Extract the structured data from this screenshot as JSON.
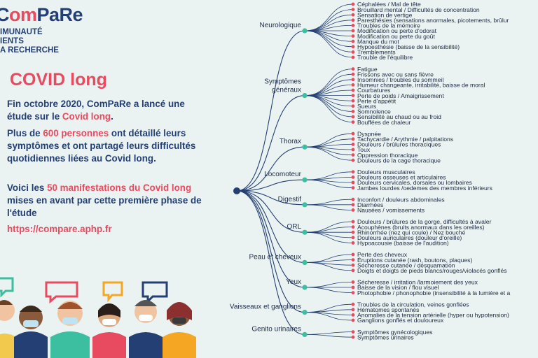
{
  "logo": {
    "name_a": "om",
    "name_b": "PaRe",
    "lines": [
      "IMUNAUTÉ",
      "IENTS",
      "A RECHERCHE"
    ]
  },
  "title": "COVID long",
  "intro": {
    "p1": "Fin octobre 2020, ComPaRe a lancé une étude sur le ",
    "p1_em": "Covid long",
    "p1_end": "."
  },
  "details": {
    "p2a": "Plus de ",
    "p2_em": "600 personnes",
    "p2b": " ont détaillé leurs symptômes et ont partagé leurs difficultés quotidiennes liées au Covid long."
  },
  "summary": {
    "p3a": "Voici les ",
    "p3_em1": "50 manifestations du Covid long",
    "p3b": " mises en avant par cette  première phase de l'étude"
  },
  "url": "https://compare.aphp.fr",
  "colors": {
    "navy": "#243f73",
    "red": "#e84a5f",
    "teal": "#3cbfa0",
    "bg": "#eaf3f1"
  },
  "tree": [
    {
      "cat": [
        "Neurologique"
      ],
      "items": [
        "Céphalées / Mal de tête",
        "Brouillard mental / Difficultés de concentration",
        "Sensation de vertige",
        "Paresthésies (sensations anormales, picotements, brûlur",
        "Troubles de la mémoire",
        "Modification ou perte d'odorat",
        "Modification ou perte du goût",
        "Manque du mot",
        "Hypoesthésie (baisse de la sensibilité)",
        "Tremblements",
        "Trouble de l'équilibre"
      ]
    },
    {
      "cat": [
        "Symptômes",
        "généraux"
      ],
      "items": [
        "Fatigue",
        "Frissons avec ou sans fièvre",
        "Insomnies / troubles du sommeil",
        "Humeur changeante, irritabilité, baisse de moral",
        "Courbatures",
        "Perte de poids / Amaigrissement",
        "Perte d'appétit",
        "Sueurs",
        "Somnolence",
        "Sensibilité au chaud ou au froid",
        "Bouffées de chaleur"
      ]
    },
    {
      "cat": [
        "Thorax"
      ],
      "items": [
        "Dyspnée",
        "Tachycardie / Arythmie / palpitations",
        "Douleurs / brûlures thoraciques",
        "Toux",
        "Oppression thoracique",
        "Douleurs de la cage thoracique"
      ]
    },
    {
      "cat": [
        "Locomoteur"
      ],
      "items": [
        "Douleurs musculaires",
        "Douleurs osseuses et articulaires",
        "Douleurs cervicales, dorsales ou lombaires",
        "Jambes lourdes /oedemes des membres inférieurs"
      ]
    },
    {
      "cat": [
        "Digestif"
      ],
      "items": [
        "Inconfort / douleurs abdominales",
        "Diarrhées",
        "Nausées / vomissements"
      ]
    },
    {
      "cat": [
        "ORL"
      ],
      "items": [
        "Douleurs / brûlures de la gorge, difficultés à avaler",
        "Acouphènes (bruits anormaux dans les oreilles)",
        "Rhinorrhée (nez qui coule) / Nez bouché",
        "Douleurs auriculaires (douleur d'oreille)",
        "Hypoacousie (baisse de l'audition)"
      ]
    },
    {
      "cat": [
        "Peau et cheveux"
      ],
      "items": [
        "Perte des cheveux",
        "Éruptions cutanée (rash, boutons, plaques)",
        "Sécheresse cutanée / désquamation",
        "Doigts et doigts de pieds blancs/rouges/violacés gonflés"
      ]
    },
    {
      "cat": [
        "Yeux"
      ],
      "items": [
        "Sécheresse / irritation /larmoiement des yeux",
        "Baisse de la vision / flou visuel",
        "Photophobie / phonophobie (insensibilité à la lumière et a"
      ]
    },
    {
      "cat": [
        "Vaisseaux et ganglions"
      ],
      "items": [
        "Troubles de la circulation, veines gonflées",
        "Hématomes spontanés",
        "Anomalies de la tension artérielle (hyper ou hypotension)",
        "Ganglions gonflés et douloureux"
      ]
    },
    {
      "cat": [
        "Genito urinaires"
      ],
      "items": [
        "Symptômes gynécologiques",
        "Symptômes urinaires"
      ]
    }
  ]
}
